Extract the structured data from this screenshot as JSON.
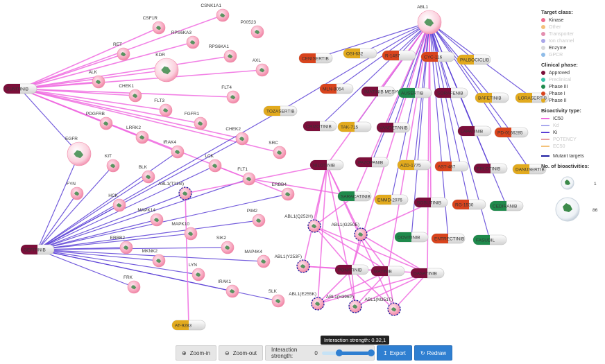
{
  "legend": {
    "target_title": "Target class:",
    "target_items": [
      {
        "label": "Kinase",
        "color": "#f06b8f",
        "active": true
      },
      {
        "label": "Other",
        "color": "#f3c07a",
        "active": false
      },
      {
        "label": "Transporter",
        "color": "#e48fb0",
        "active": false
      },
      {
        "label": "Ion channel",
        "color": "#a9a6e8",
        "active": false
      },
      {
        "label": "Enzyme",
        "color": "#d9d9d9",
        "active": true
      },
      {
        "label": "GPCR",
        "color": "#8fbce8",
        "active": false
      }
    ],
    "phase_title": "Clinical phase:",
    "phase_items": [
      {
        "label": "Approved",
        "color": "#7b0f3a",
        "active": true
      },
      {
        "label": "Preclinical",
        "color": "#35c2a7",
        "active": false
      },
      {
        "label": "Phase III",
        "color": "#1f8a4c",
        "active": true
      },
      {
        "label": "Phase I",
        "color": "#d9441d",
        "active": true
      },
      {
        "label": "Phase II",
        "color": "#e2aa1e",
        "active": true
      }
    ],
    "bio_title": "Bioactivity type:",
    "bio_items": [
      {
        "label": "IC50",
        "color": "#f06be0",
        "active": true
      },
      {
        "label": "Kd",
        "color": "#a9a9ee",
        "active": false
      },
      {
        "label": "Ki",
        "color": "#5a3fd6",
        "active": true
      },
      {
        "label": "POTENCY",
        "color": "#e9a0a0",
        "active": false
      },
      {
        "label": "EC50",
        "color": "#f4c27a",
        "active": false
      }
    ],
    "mutant_label": "Mutant targets",
    "count_title": "No. of bioactivities:",
    "count_min": "1",
    "count_max": "86"
  },
  "toolbar": {
    "zoom_in": "Zoom-in",
    "zoom_out": "Zoom-out",
    "strength_label": "Interaction strength:",
    "strength_min": "0",
    "strength_value": "0.32,1",
    "tooltip": "Interaction strength: 0.32,1",
    "export": "Export",
    "redraw": "Redraw"
  },
  "colors": {
    "ic50": "#f06be0",
    "ki": "#5a3fd6",
    "kinase": "#f7a6be",
    "mutant": "#1a1aa0"
  },
  "targets": [
    {
      "id": "ABL1",
      "big": true
    },
    {
      "id": "CSNK1A1"
    },
    {
      "id": "CSF1R"
    },
    {
      "id": "P00523"
    },
    {
      "id": "RPS6KA3"
    },
    {
      "id": "RET"
    },
    {
      "id": "RPS6KA1"
    },
    {
      "id": "AXL"
    },
    {
      "id": "KDR",
      "big": true
    },
    {
      "id": "ALK"
    },
    {
      "id": "CHEK1"
    },
    {
      "id": "FLT4"
    },
    {
      "id": "FLT3"
    },
    {
      "id": "FGFR1"
    },
    {
      "id": "PDGFRB"
    },
    {
      "id": "LRRK2"
    },
    {
      "id": "CHEK2"
    },
    {
      "id": "EGFR",
      "big": true
    },
    {
      "id": "KIT"
    },
    {
      "id": "IRAK4"
    },
    {
      "id": "SRC"
    },
    {
      "id": "LCK"
    },
    {
      "id": "BLK"
    },
    {
      "id": "FLT1"
    },
    {
      "id": "ABL1(T315I)",
      "mutant": true
    },
    {
      "id": "FYN"
    },
    {
      "id": "HCK"
    },
    {
      "id": "ERBB4"
    },
    {
      "id": "MAPK14"
    },
    {
      "id": "PIM2"
    },
    {
      "id": "MAPK10"
    },
    {
      "id": "ERBB2"
    },
    {
      "id": "SIK2"
    },
    {
      "id": "MKNK2"
    },
    {
      "id": "MAP4K4"
    },
    {
      "id": "LYN"
    },
    {
      "id": "FRK"
    },
    {
      "id": "IRAK1"
    },
    {
      "id": "SLK"
    },
    {
      "id": "ABL1(Q252H)",
      "mutant": true
    },
    {
      "id": "ABL1(G250E)",
      "mutant": true
    },
    {
      "id": "ABL1(Y253F)",
      "mutant": true
    },
    {
      "id": "ABL1(E255K)",
      "mutant": true
    },
    {
      "id": "ABL1(H396P)",
      "mutant": true
    },
    {
      "id": "ABL1(M351T)",
      "mutant": true
    }
  ],
  "drugs": [
    {
      "id": "SUNITINIB",
      "phase": "approved"
    },
    {
      "id": "GEFITINIB",
      "phase": "approved"
    },
    {
      "id": "AT-9283",
      "phase": "phase2"
    },
    {
      "id": "CENISERTIB",
      "phase": "phase1"
    },
    {
      "id": "OSI-632",
      "phase": "phase2"
    },
    {
      "id": "R-1487",
      "phase": "phase1"
    },
    {
      "id": "CYC-116",
      "phase": "phase1"
    },
    {
      "id": "PALBOCICLIB",
      "phase": "phase2"
    },
    {
      "id": "MLN-8054",
      "phase": "phase1"
    },
    {
      "id": "IMATINIB MESYLATE",
      "phase": "approved"
    },
    {
      "id": "AUSERTIB",
      "phase": "phase3"
    },
    {
      "id": "SORAFENIB",
      "phase": "approved"
    },
    {
      "id": "BAFETINIB",
      "phase": "phase2"
    },
    {
      "id": "LORASERTIB",
      "phase": "phase2"
    },
    {
      "id": "TOZASERTIB",
      "phase": "phase2"
    },
    {
      "id": "CRIZOTINIB",
      "phase": "approved"
    },
    {
      "id": "TAK-715",
      "phase": "phase2"
    },
    {
      "id": "VANDETANIB",
      "phase": "approved"
    },
    {
      "id": "LAPATINIB",
      "phase": "approved"
    },
    {
      "id": "PD-0166285",
      "phase": "phase1"
    },
    {
      "id": "NILOTINIB",
      "phase": "approved"
    },
    {
      "id": "PAZOPANIB",
      "phase": "approved"
    },
    {
      "id": "AZD-1775",
      "phase": "phase2"
    },
    {
      "id": "AST-487",
      "phase": "phase1"
    },
    {
      "id": "ERLOTINIB",
      "phase": "approved"
    },
    {
      "id": "DANUSERTIB",
      "phase": "phase2"
    },
    {
      "id": "SARACATINIB",
      "phase": "phase3"
    },
    {
      "id": "ENMD-2076",
      "phase": "phase2"
    },
    {
      "id": "BOSUTINIB",
      "phase": "approved"
    },
    {
      "id": "RG-1530",
      "phase": "phase1"
    },
    {
      "id": "CEDIRANIB",
      "phase": "phase3"
    },
    {
      "id": "DOVITINIB",
      "phase": "phase3"
    },
    {
      "id": "ENTRECTINIB",
      "phase": "phase1"
    },
    {
      "id": "FASUDIL",
      "phase": "phase3"
    },
    {
      "id": "PONATINIB",
      "phase": "approved"
    },
    {
      "id": "MATINIB",
      "phase": "approved"
    },
    {
      "id": "DASATINIB",
      "phase": "approved"
    }
  ],
  "edges": [
    [
      "SUNITINIB",
      "CSF1R",
      "ic50"
    ],
    [
      "SUNITINIB",
      "CSNK1A1",
      "ic50"
    ],
    [
      "SUNITINIB",
      "RET",
      "ic50"
    ],
    [
      "SUNITINIB",
      "RPS6KA3",
      "ic50"
    ],
    [
      "SUNITINIB",
      "RPS6KA1",
      "ic50"
    ],
    [
      "SUNITINIB",
      "KDR",
      "ic50"
    ],
    [
      "SUNITINIB",
      "AXL",
      "ic50"
    ],
    [
      "SUNITINIB",
      "ALK",
      "ic50"
    ],
    [
      "SUNITINIB",
      "CHEK1",
      "ic50"
    ],
    [
      "SUNITINIB",
      "FLT4",
      "ic50"
    ],
    [
      "SUNITINIB",
      "FLT3",
      "ic50"
    ],
    [
      "SUNITINIB",
      "FGFR1",
      "ic50"
    ],
    [
      "SUNITINIB",
      "PDGFRB",
      "ic50"
    ],
    [
      "SUNITINIB",
      "LRRK2",
      "ic50"
    ],
    [
      "SUNITINIB",
      "CHEK2",
      "ic50"
    ],
    [
      "SUNITINIB",
      "SRC",
      "ic50"
    ],
    [
      "SUNITINIB",
      "EGFR",
      "ki"
    ],
    [
      "SUNITINIB",
      "FLT1",
      "ic50"
    ],
    [
      "SUNITINIB",
      "IRAK4",
      "ic50"
    ],
    [
      "GEFITINIB",
      "EGFR",
      "ki"
    ],
    [
      "GEFITINIB",
      "KIT",
      "ki"
    ],
    [
      "GEFITINIB",
      "FYN",
      "ki"
    ],
    [
      "GEFITINIB",
      "HCK",
      "ki"
    ],
    [
      "GEFITINIB",
      "BLK",
      "ki"
    ],
    [
      "GEFITINIB",
      "IRAK4",
      "ki"
    ],
    [
      "GEFITINIB",
      "LCK",
      "ki"
    ],
    [
      "GEFITINIB",
      "ABL1(T315I)",
      "ki"
    ],
    [
      "GEFITINIB",
      "CHEK2",
      "ki"
    ],
    [
      "GEFITINIB",
      "ERBB4",
      "ki"
    ],
    [
      "GEFITINIB",
      "MAPK14",
      "ki"
    ],
    [
      "GEFITINIB",
      "MAPK10",
      "ki"
    ],
    [
      "GEFITINIB",
      "ERBB2",
      "ki"
    ],
    [
      "GEFITINIB",
      "MKNK2",
      "ki"
    ],
    [
      "GEFITINIB",
      "LYN",
      "ki"
    ],
    [
      "GEFITINIB",
      "FRK",
      "ki"
    ],
    [
      "GEFITINIB",
      "IRAK1",
      "ki"
    ],
    [
      "GEFITINIB",
      "SLK",
      "ki"
    ],
    [
      "GEFITINIB",
      "PIM2",
      "ki"
    ],
    [
      "GEFITINIB",
      "SIK2",
      "ki"
    ],
    [
      "GEFITINIB",
      "MAP4K4",
      "ki"
    ],
    [
      "GEFITINIB",
      "FLT1",
      "ki"
    ],
    [
      "GEFITINIB",
      "TOZASERTIB",
      "ki"
    ],
    [
      "AT-9283",
      "ABL1(T315I)",
      "ic50"
    ],
    [
      "NILOTINIB",
      "ABL1(T315I)",
      "ic50"
    ],
    [
      "ABL1",
      "CENISERTIB",
      "ki"
    ],
    [
      "ABL1",
      "OSI-632",
      "ki"
    ],
    [
      "ABL1",
      "R-1487",
      "ki"
    ],
    [
      "ABL1",
      "CYC-116",
      "ki"
    ],
    [
      "ABL1",
      "PALBOCICLIB",
      "ki"
    ],
    [
      "ABL1",
      "MLN-8054",
      "ki"
    ],
    [
      "ABL1",
      "IMATINIB MESYLATE",
      "ic50"
    ],
    [
      "ABL1",
      "AUSERTIB",
      "ki"
    ],
    [
      "ABL1",
      "SORAFENIB",
      "ki"
    ],
    [
      "ABL1",
      "BAFETINIB",
      "ki"
    ],
    [
      "ABL1",
      "LORASERTIB",
      "ki"
    ],
    [
      "ABL1",
      "TOZASERTIB",
      "ki"
    ],
    [
      "ABL1",
      "CRIZOTINIB",
      "ki"
    ],
    [
      "ABL1",
      "TAK-715",
      "ki"
    ],
    [
      "ABL1",
      "VANDETANIB",
      "ki"
    ],
    [
      "ABL1",
      "LAPATINIB",
      "ki"
    ],
    [
      "ABL1",
      "PD-0166285",
      "ki"
    ],
    [
      "ABL1",
      "NILOTINIB",
      "ic50"
    ],
    [
      "ABL1",
      "PAZOPANIB",
      "ki"
    ],
    [
      "ABL1",
      "AZD-1775",
      "ki"
    ],
    [
      "ABL1",
      "AST-487",
      "ki"
    ],
    [
      "ABL1",
      "ERLOTINIB",
      "ki"
    ],
    [
      "ABL1",
      "DANUSERTIB",
      "ki"
    ],
    [
      "ABL1",
      "SARACATINIB",
      "ic50"
    ],
    [
      "ABL1",
      "ENMD-2076",
      "ki"
    ],
    [
      "ABL1",
      "BOSUTINIB",
      "ic50"
    ],
    [
      "ABL1",
      "RG-1530",
      "ki"
    ],
    [
      "ABL1",
      "CEDIRANIB",
      "ki"
    ],
    [
      "ABL1",
      "DOVITINIB",
      "ki"
    ],
    [
      "ABL1",
      "ENTRECTINIB",
      "ki"
    ],
    [
      "ABL1",
      "FASUDIL",
      "ki"
    ],
    [
      "ABL1",
      "PONATINIB",
      "ic50"
    ],
    [
      "ABL1",
      "MATINIB",
      "ic50"
    ],
    [
      "ABL1",
      "DASATINIB",
      "ic50"
    ],
    [
      "NILOTINIB",
      "ABL1(Q252H)",
      "ic50"
    ],
    [
      "NILOTINIB",
      "ABL1(G250E)",
      "ic50"
    ],
    [
      "NILOTINIB",
      "ABL1(Y253F)",
      "ic50"
    ],
    [
      "NILOTINIB",
      "ABL1(E255K)",
      "ic50"
    ],
    [
      "NILOTINIB",
      "ABL1(H396P)",
      "ic50"
    ],
    [
      "NILOTINIB",
      "ABL1(M351T)",
      "ic50"
    ],
    [
      "PONATINIB",
      "ABL1(Q252H)",
      "ic50"
    ],
    [
      "PONATINIB",
      "ABL1(G250E)",
      "ic50"
    ],
    [
      "PONATINIB",
      "ABL1(Y253F)",
      "ic50"
    ],
    [
      "PONATINIB",
      "ABL1(E255K)",
      "ic50"
    ],
    [
      "PONATINIB",
      "ABL1(H396P)",
      "ic50"
    ],
    [
      "PONATINIB",
      "ABL1(M351T)",
      "ic50"
    ],
    [
      "DASATINIB",
      "ABL1(Q252H)",
      "ic50"
    ],
    [
      "DASATINIB",
      "ABL1(G250E)",
      "ic50"
    ],
    [
      "DASATINIB",
      "ABL1(Y253F)",
      "ic50"
    ],
    [
      "DASATINIB",
      "ABL1(E255K)",
      "ic50"
    ],
    [
      "DASATINIB",
      "ABL1(H396P)",
      "ic50"
    ],
    [
      "DASATINIB",
      "ABL1(M351T)",
      "ic50"
    ],
    [
      "MATINIB",
      "ABL1(Q252H)",
      "ic50"
    ],
    [
      "MATINIB",
      "ABL1(G250E)",
      "ic50"
    ],
    [
      "MATINIB",
      "ABL1(Y253F)",
      "ic50"
    ],
    [
      "MATINIB",
      "ABL1(E255K)",
      "ic50"
    ],
    [
      "MATINIB",
      "ABL1(H396P)",
      "ic50"
    ],
    [
      "MATINIB",
      "ABL1(M351T)",
      "ic50"
    ],
    [
      "SARACATINIB",
      "ABL1(Q252H)",
      "ic50"
    ],
    [
      "BOSUTINIB",
      "ABL1(G250E)",
      "ic50"
    ],
    [
      "SARACATINIB",
      "FLT1",
      "ic50"
    ],
    [
      "FLT1",
      "ERBB4",
      "ic50"
    ],
    [
      "LCK",
      "FLT1",
      "ic50"
    ]
  ]
}
